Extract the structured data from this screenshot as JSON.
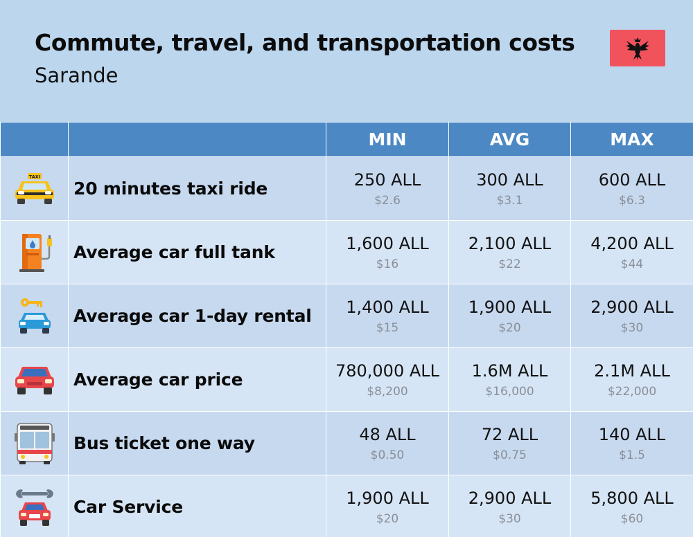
{
  "header": {
    "title": "Commute, travel, and transportation costs",
    "city": "Sarande",
    "flag_icon": "albania-flag-icon",
    "flag_color": "#f1535d"
  },
  "table": {
    "columns": [
      "",
      "",
      "MIN",
      "AVG",
      "MAX"
    ],
    "header_color": "#4b88c4",
    "rows": [
      {
        "icon": "taxi-icon",
        "label": "20 minutes taxi ride",
        "min": "250 ALL",
        "min_usd": "$2.6",
        "avg": "300 ALL",
        "avg_usd": "$3.1",
        "max": "600 ALL",
        "max_usd": "$6.3"
      },
      {
        "icon": "fuel-pump-icon",
        "label": "Average car full tank",
        "min": "1,600 ALL",
        "min_usd": "$16",
        "avg": "2,100 ALL",
        "avg_usd": "$22",
        "max": "4,200 ALL",
        "max_usd": "$44"
      },
      {
        "icon": "car-rental-key-icon",
        "label": "Average car 1-day rental",
        "min": "1,400 ALL",
        "min_usd": "$15",
        "avg": "1,900 ALL",
        "avg_usd": "$20",
        "max": "2,900 ALL",
        "max_usd": "$30"
      },
      {
        "icon": "red-car-icon",
        "label": "Average car price",
        "min": "780,000 ALL",
        "min_usd": "$8,200",
        "avg": "1.6M ALL",
        "avg_usd": "$16,000",
        "max": "2.1M ALL",
        "max_usd": "$22,000"
      },
      {
        "icon": "bus-icon",
        "label": "Bus ticket one way",
        "min": "48 ALL",
        "min_usd": "$0.50",
        "avg": "72 ALL",
        "avg_usd": "$0.75",
        "max": "140 ALL",
        "max_usd": "$1.5"
      },
      {
        "icon": "car-service-wrench-icon",
        "label": "Car Service",
        "min": "1,900 ALL",
        "min_usd": "$20",
        "avg": "2,900 ALL",
        "avg_usd": "$30",
        "max": "5,800 ALL",
        "max_usd": "$60"
      }
    ]
  }
}
